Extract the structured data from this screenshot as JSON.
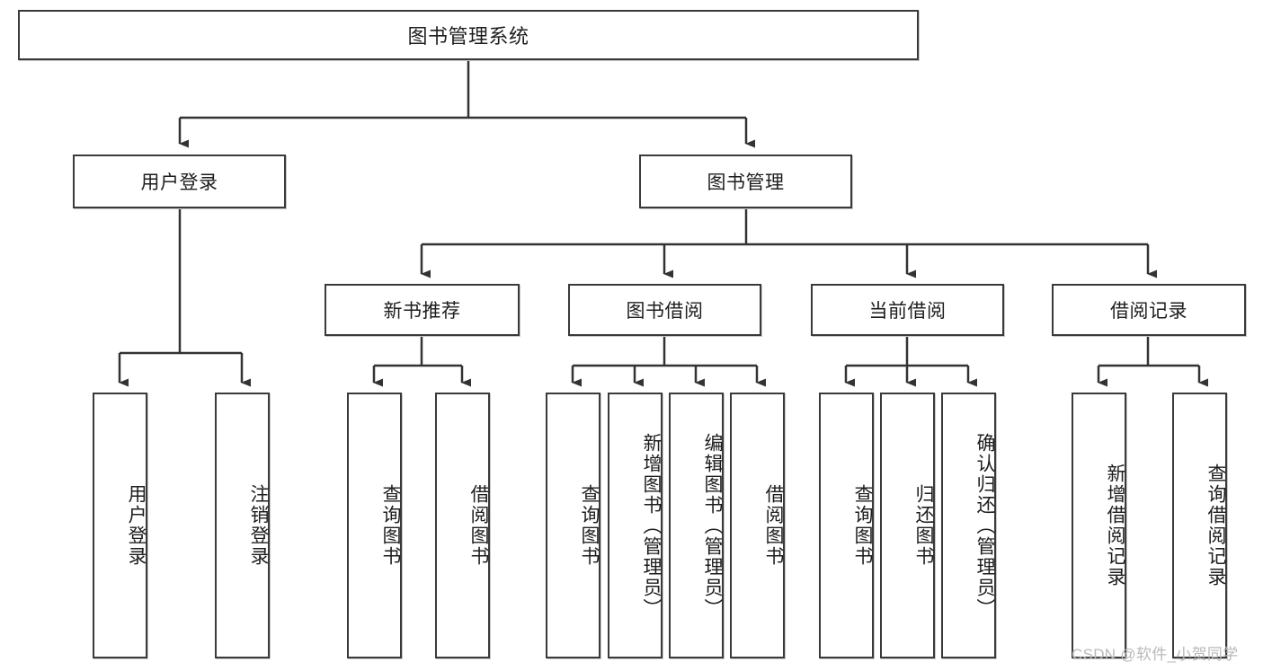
{
  "diagram": {
    "title": "图书管理系统",
    "type": "hierarchy-tree",
    "root": {
      "id": "root",
      "label": "图书管理系统",
      "orientation": "horizontal"
    },
    "level2": [
      {
        "id": "user-login",
        "label": "用户登录",
        "orientation": "horizontal"
      },
      {
        "id": "book-management",
        "label": "图书管理",
        "orientation": "horizontal"
      }
    ],
    "level3": [
      {
        "id": "new-book-recommend",
        "label": "新书推荐",
        "orientation": "horizontal",
        "parent": "book-management"
      },
      {
        "id": "book-borrow",
        "label": "图书借阅",
        "orientation": "horizontal",
        "parent": "book-management"
      },
      {
        "id": "current-borrow",
        "label": "当前借阅",
        "orientation": "horizontal",
        "parent": "book-management"
      },
      {
        "id": "borrow-record",
        "label": "借阅记录",
        "orientation": "horizontal",
        "parent": "book-management"
      }
    ],
    "leaves": [
      {
        "id": "leaf-user-login",
        "label": "用户登录",
        "parent": "user-login",
        "orientation": "vertical"
      },
      {
        "id": "leaf-user-logout",
        "label": "注销登录",
        "parent": "user-login",
        "orientation": "vertical"
      },
      {
        "id": "leaf-query-book-1",
        "label": "查询图书",
        "parent": "new-book-recommend",
        "orientation": "vertical"
      },
      {
        "id": "leaf-borrow-book-1",
        "label": "借阅图书",
        "parent": "new-book-recommend",
        "orientation": "vertical"
      },
      {
        "id": "leaf-query-book-2",
        "label": "查询图书",
        "parent": "book-borrow",
        "orientation": "vertical"
      },
      {
        "id": "leaf-add-book",
        "label": "新增图书（管理员）",
        "parent": "book-borrow",
        "orientation": "vertical"
      },
      {
        "id": "leaf-edit-book",
        "label": "编辑图书（管理员）",
        "parent": "book-borrow",
        "orientation": "vertical"
      },
      {
        "id": "leaf-borrow-book-2",
        "label": "借阅图书",
        "parent": "book-borrow",
        "orientation": "vertical"
      },
      {
        "id": "leaf-query-book-3",
        "label": "查询图书",
        "parent": "current-borrow",
        "orientation": "vertical"
      },
      {
        "id": "leaf-return-book",
        "label": "归还图书",
        "parent": "current-borrow",
        "orientation": "vertical"
      },
      {
        "id": "leaf-confirm-return",
        "label": "确认归还（管理员）",
        "parent": "current-borrow",
        "orientation": "vertical"
      },
      {
        "id": "leaf-add-record",
        "label": "新增借阅记录",
        "parent": "borrow-record",
        "orientation": "vertical"
      },
      {
        "id": "leaf-query-record",
        "label": "查询借阅记录",
        "parent": "borrow-record",
        "orientation": "vertical"
      }
    ],
    "watermark": "CSDN @软件_小贺同学",
    "colors": {
      "box_border": "#3a3a3a",
      "box_fill": "#ffffff",
      "edge": "#333333",
      "text": "#1d1d1d",
      "watermark": "#b9b9b9",
      "background": "#ffffff"
    }
  }
}
